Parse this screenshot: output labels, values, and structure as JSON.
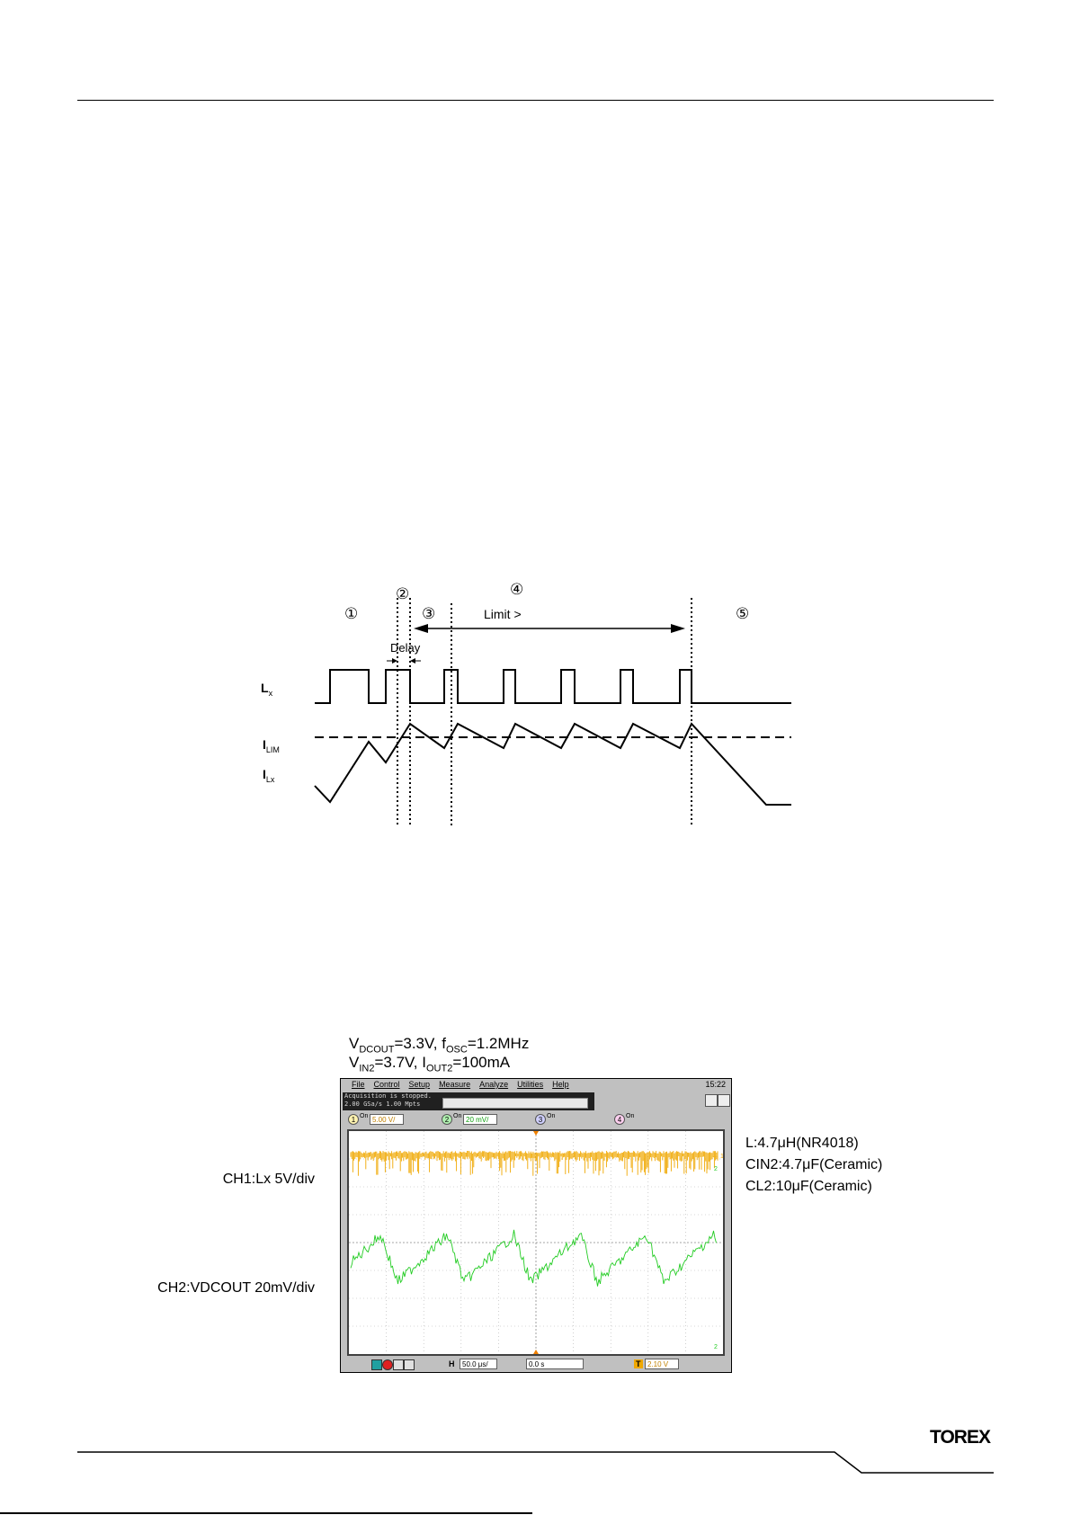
{
  "timing_diagram": {
    "phase_markers": [
      "①",
      "②",
      "③",
      "④",
      "⑤"
    ],
    "limit_label": "Limit >",
    "delay_label": "Delay",
    "signals": {
      "lx": {
        "main": "L",
        "sub": "x"
      },
      "ilim": {
        "main": "I",
        "sub": "LIM"
      },
      "ilx": {
        "main": "I",
        "sub": "Lx"
      }
    }
  },
  "scope_figure": {
    "conditions_line1": {
      "v": "V",
      "v_sub": "DCOUT",
      "v_val": "=3.3V, ",
      "f": "f",
      "f_sub": "OSC",
      "f_val": "=1.2MHz"
    },
    "conditions_line2": {
      "v": "V",
      "v_sub": "IN2",
      "v_val": "=3.7V, ",
      "i": "I",
      "i_sub": "OUT2",
      "i_val": "=100mA"
    },
    "ch1_label": "CH1:Lx 5V/div",
    "ch2_label": "CH2:VDCOUT 20mV/div",
    "notes": [
      "L:4.7μH(NR4018)",
      "CIN2:4.7μF(Ceramic)",
      "CL2:10μF(Ceramic)"
    ],
    "scope_ui": {
      "menu": [
        "File",
        "Control",
        "Setup",
        "Measure",
        "Analyze",
        "Utilities",
        "Help"
      ],
      "clock": "15:22",
      "status_line1": "Acquisition is stopped.",
      "status_line2": "2.00 GSa/s   1.00 Mpts",
      "ch1_scale": "5.00 V/",
      "ch2_scale": "20 mV/",
      "ch1_num": "1",
      "ch2_num": "2",
      "ch3_num": "3",
      "ch4_num": "4",
      "on_label": "On",
      "h_label": "H",
      "timebase": "50.0 μs/",
      "delay": "0.0 s",
      "t_label": "T",
      "trigger": "2.10 V"
    },
    "colors": {
      "ch1": "#f0a800",
      "ch2": "#22cc22",
      "grid": "#b0b0b0"
    }
  },
  "footer": {
    "logo": "TOREX"
  }
}
